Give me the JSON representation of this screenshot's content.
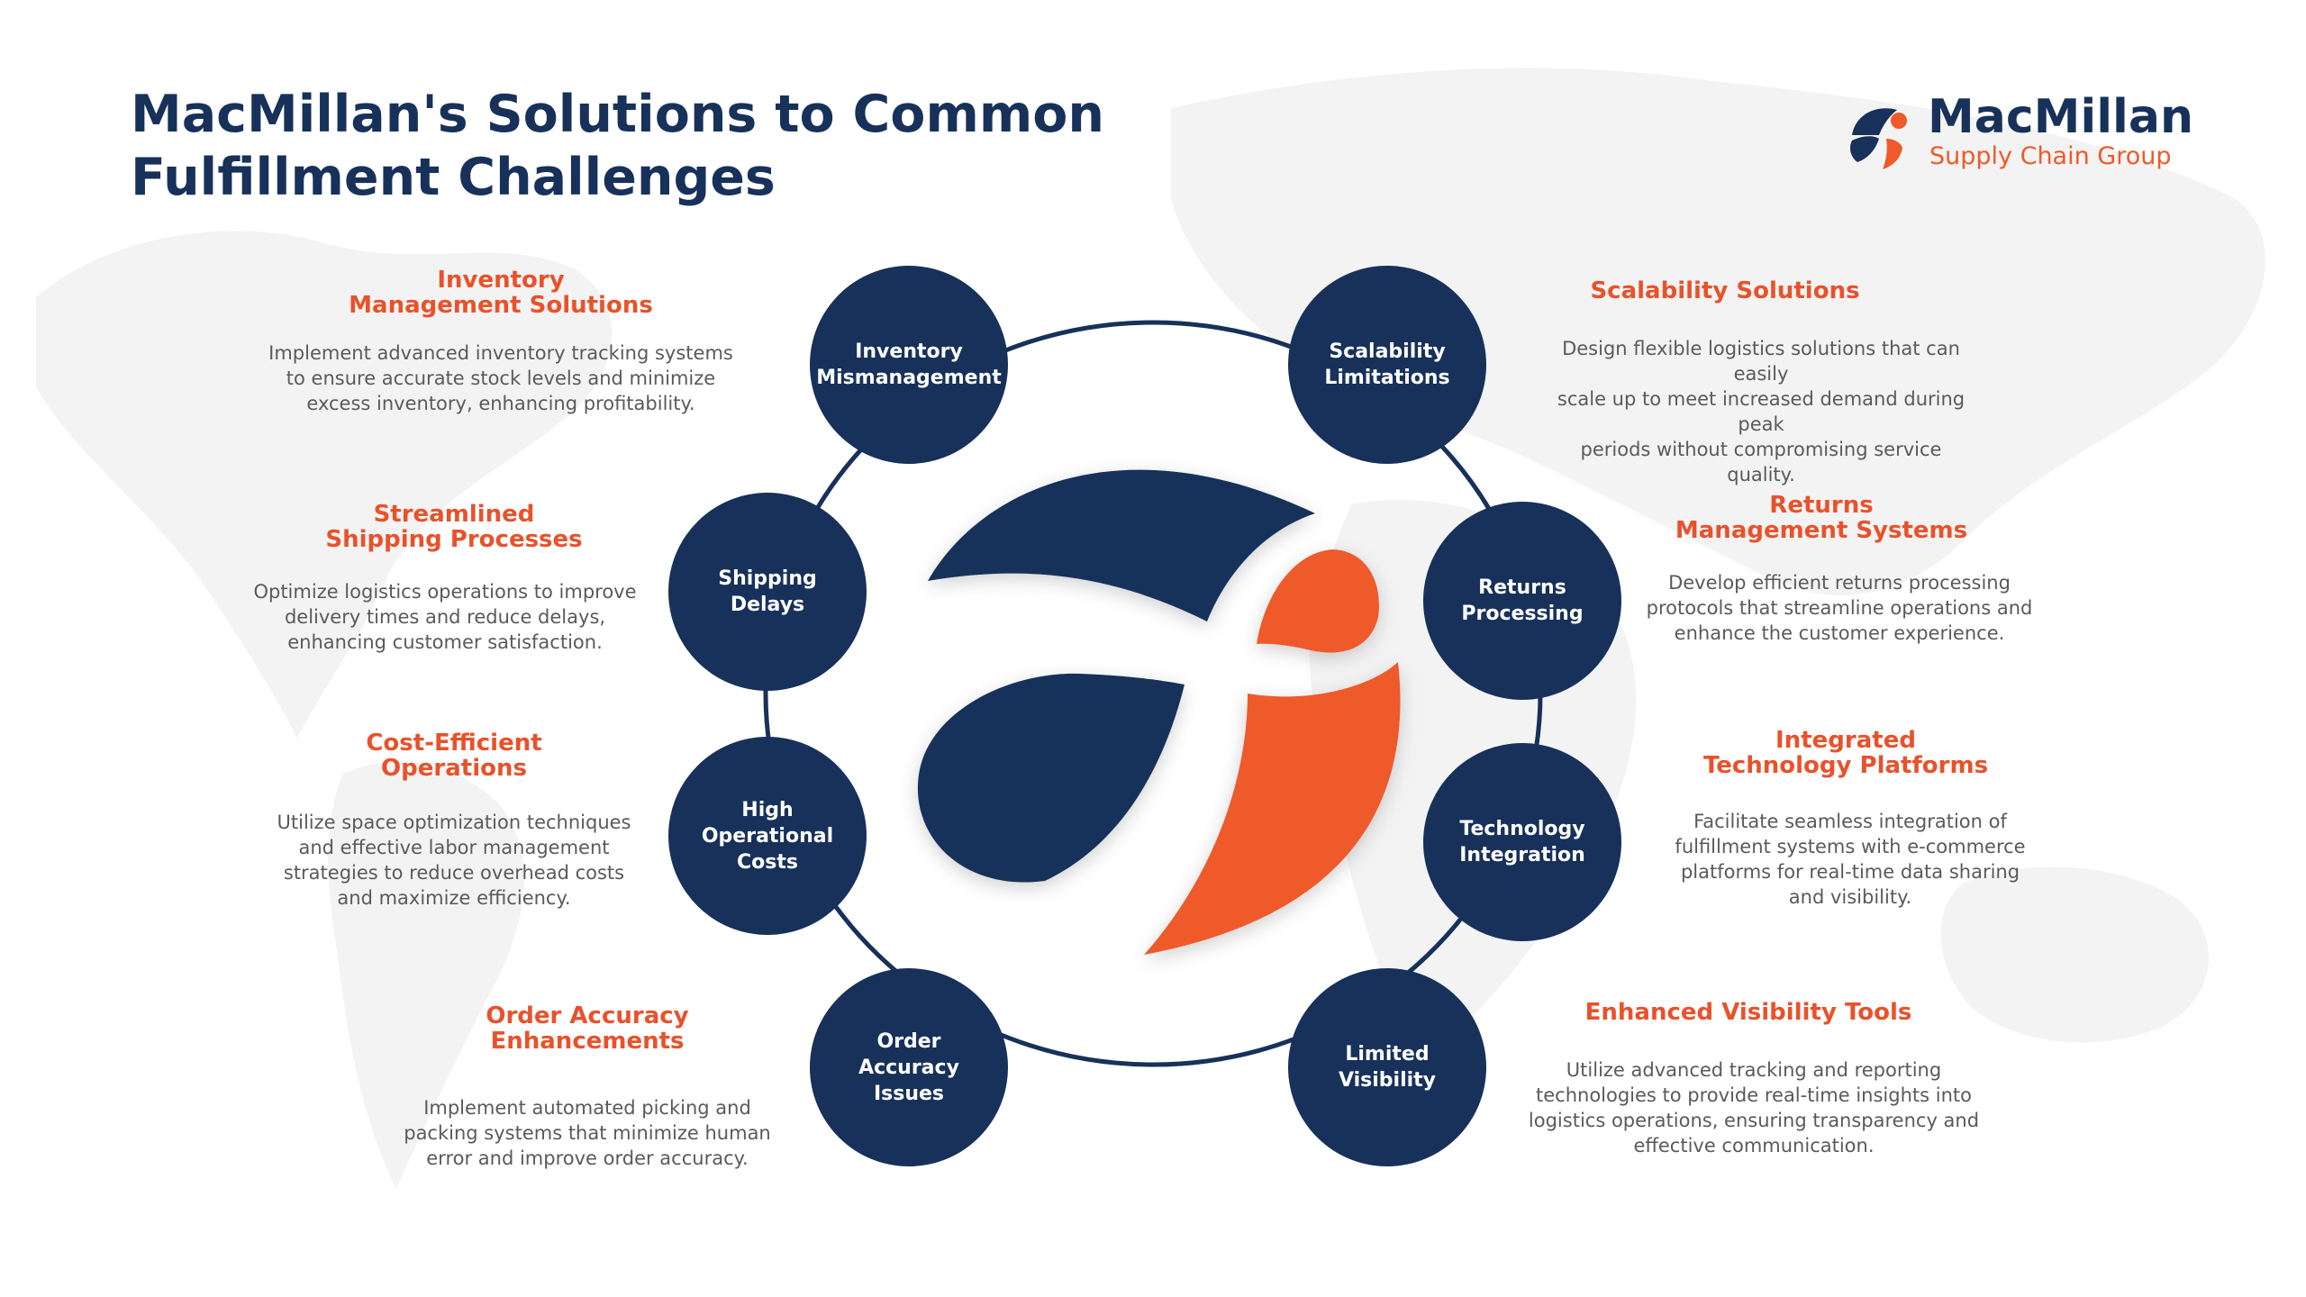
{
  "header": {
    "title": "MacMillan's Solutions to Common Fulfillment Challenges"
  },
  "brand": {
    "name": "MacMillan",
    "tagline": "Supply Chain Group",
    "colors": {
      "navy": "#17315a",
      "orange": "#ee5a2a",
      "accent_text": "#e8522b"
    },
    "logo_icon": "macmillan-mark-icon"
  },
  "challenges": [
    {
      "label": "Inventory\nMismanagement"
    },
    {
      "label": "Scalability\nLimitations"
    },
    {
      "label": "Shipping\nDelays"
    },
    {
      "label": "Returns\nProcessing"
    },
    {
      "label": "High\nOperational\nCosts"
    },
    {
      "label": "Technology\nIntegration"
    },
    {
      "label": "Order\nAccuracy\nIssues"
    },
    {
      "label": "Limited\nVisibility"
    }
  ],
  "solutions": [
    {
      "title": "Inventory\nManagement Solutions",
      "desc": "Implement advanced inventory tracking systems\nto ensure accurate stock levels and minimize\nexcess inventory, enhancing profitability."
    },
    {
      "title": "Scalability Solutions",
      "desc": "Design flexible logistics solutions that can easily\nscale up to meet increased demand during peak\nperiods without compromising service quality."
    },
    {
      "title": "Streamlined\nShipping Processes",
      "desc": "Optimize logistics operations to improve\ndelivery times and reduce delays,\nenhancing customer satisfaction."
    },
    {
      "title": "Returns\nManagement Systems",
      "desc": "Develop efficient returns processing\nprotocols that streamline operations and\nenhance the customer experience."
    },
    {
      "title": "Cost-Efficient\nOperations",
      "desc": "Utilize space optimization techniques\nand effective labor management\nstrategies to reduce overhead costs\nand maximize efficiency."
    },
    {
      "title": "Integrated\nTechnology Platforms",
      "desc": "Facilitate seamless integration of\nfulfillment systems with e-commerce\nplatforms for real-time data sharing\nand visibility."
    },
    {
      "title": "Order Accuracy\nEnhancements",
      "desc": "Implement automated picking and\npacking systems that minimize human\nerror and improve order accuracy."
    },
    {
      "title": "Enhanced Visibility Tools",
      "desc": "Utilize advanced tracking and reporting\ntechnologies to provide real-time insights into\nlogistics operations, ensuring transparency and\neffective communication."
    }
  ]
}
